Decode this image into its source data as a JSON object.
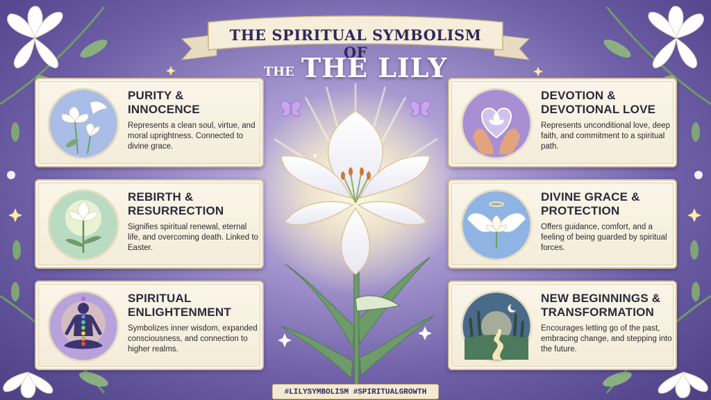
{
  "banner": {
    "text": "THE SPIRITUAL SYMBOLISM OF"
  },
  "title": {
    "prefix": "THE",
    "main": "THE LILY"
  },
  "cards": [
    {
      "title1": "PURITY &",
      "title2": "INNOCENCE",
      "desc": "Represents a clean soul, virtue, and moral uprightness. Connected to divine grace.",
      "icon": "lily-dove-icon"
    },
    {
      "title1": "REBIRTH &",
      "title2": "RESURRECTION",
      "desc": "Signifies spiritual renewal, eternal life, and overcoming death. Linked to Easter.",
      "icon": "sprouting-lily-icon"
    },
    {
      "title1": "SPIRITUAL",
      "title2": "ENLIGHTENMENT",
      "desc": "Symbolizes inner wisdom, expanded consciousness, and connection to higher realms.",
      "icon": "meditating-figure-icon"
    },
    {
      "title1": "DEVOTION &",
      "title2": "DEVOTIONAL LOVE",
      "desc": "Represents unconditional love, deep faith, and commitment to a spiritual path.",
      "icon": "hands-heart-lily-icon"
    },
    {
      "title1": "DIVINE GRACE &",
      "title2": "PROTECTION",
      "desc": "Offers guidance, comfort, and a feeling of being guarded by spiritual forces.",
      "icon": "angel-wings-lily-icon"
    },
    {
      "title1": "NEW BEGINNINGS &",
      "title2": "TRANSFORMATION",
      "desc": "Encourages letting go of the past, embracing change, and stepping into the future.",
      "icon": "forest-path-icon"
    }
  ],
  "footer": {
    "hashtags": "#LILYSYMBOLISM #SPIRITUALGROWTH"
  },
  "colors": {
    "card_bg": "#f4ecd9",
    "card_border": "#d8c39a",
    "title_ink": "#2f2a5a",
    "leaf_green": "#6f9a6a",
    "bg_purple": "#6d5ea6"
  }
}
